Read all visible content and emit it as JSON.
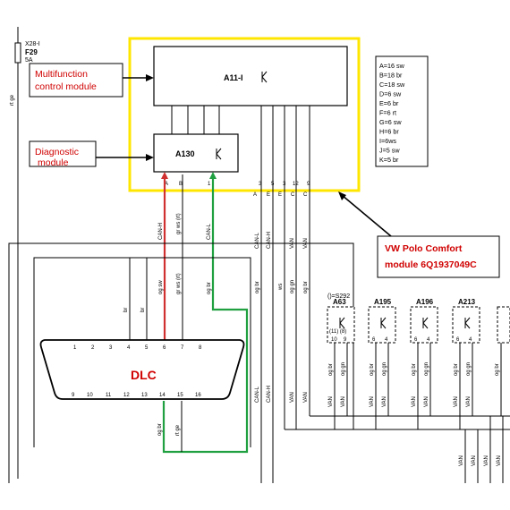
{
  "colors": {
    "highlight": "#ffe600",
    "callout_text": "#d00000",
    "can_high_wire": "#d03030",
    "can_low_wire": "#20a040",
    "wire": "#000000"
  },
  "fuse": {
    "connector": "X28-I",
    "id": "F29",
    "rating": "5A",
    "wire_color": "rt ge"
  },
  "modules": {
    "a11": {
      "id": "A11-I"
    },
    "a130": {
      "id": "A130"
    },
    "pins_a130": [
      "A",
      "B",
      "1"
    ],
    "pins_a11": [
      "3",
      "5",
      "3",
      "12",
      "9"
    ],
    "pin_letters_a11": [
      "A",
      "E",
      "E",
      "C",
      "C"
    ]
  },
  "legend": [
    "A=16 sw",
    "B=18 br",
    "C=18 sw",
    "D=6 sw",
    "E=6 br",
    "F=6 rt",
    "G=6 sw",
    "H=6 br",
    "I=6ws",
    "J=5 sw",
    "K=5 br"
  ],
  "callouts": {
    "multifunction": [
      "Multifunction",
      "control module"
    ],
    "diagnostic": [
      "Diagnostic",
      "module"
    ],
    "comfort": [
      "VW Polo Comfort",
      "module 6Q1937049C"
    ]
  },
  "wire_labels": {
    "can_h": "CAN-H",
    "gr_ws_rt": "gr ws (rt)",
    "can_l": "CAN-L",
    "can_l2": "CAN-L",
    "can_h2": "CAN-H",
    "van1": "VAN",
    "van2": "VAN",
    "br1": "br",
    "br2": "br",
    "og_sw": "og sw",
    "gr_ws_rt2": "gr ws (rt)",
    "og_br": "og br",
    "og_br2": "og br",
    "ws": "ws",
    "og_gn": "og gn",
    "og_br3": "og br",
    "can_l3": "CAN-L",
    "can_h3": "CAN-H",
    "van3": "VAN",
    "van4": "VAN",
    "og_br4": "og br",
    "rt_ge": "rt ge"
  },
  "dlc": {
    "label": "DLC",
    "top_pins": [
      "1",
      "2",
      "3",
      "4",
      "5",
      "6",
      "7",
      "8"
    ],
    "bottom_pins": [
      "9",
      "10",
      "11",
      "12",
      "13",
      "14",
      "15",
      "16"
    ]
  },
  "subnet": {
    "ref": "()=S292",
    "modules": [
      {
        "id": "A63",
        "pins": [
          "10",
          "9"
        ],
        "sub": "(11) (8)",
        "wire_a": "og br",
        "wire_b": "og gn",
        "van_a": "VAN",
        "van_b": "VAN"
      },
      {
        "id": "A195",
        "pins": [
          "6",
          "4"
        ],
        "sub": "",
        "wire_a": "og br",
        "wire_b": "og gn",
        "van_a": "VAN",
        "van_b": "VAN"
      },
      {
        "id": "A196",
        "pins": [
          "6",
          "4"
        ],
        "sub": "",
        "wire_a": "og br",
        "wire_b": "og gn",
        "van_a": "VAN",
        "van_b": "VAN"
      },
      {
        "id": "A213",
        "pins": [
          "6",
          "4"
        ],
        "sub": "",
        "wire_a": "og br",
        "wire_b": "og gn",
        "van_a": "VAN",
        "van_b": "VAN"
      }
    ],
    "edge_wire": "og br",
    "bus_labels": [
      "VAN",
      "VAN",
      "VAN",
      "VAN"
    ]
  }
}
